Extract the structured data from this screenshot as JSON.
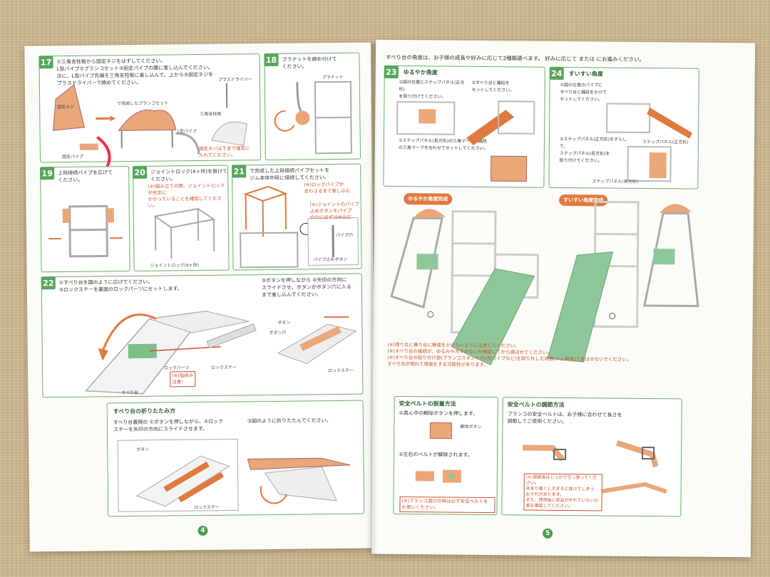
{
  "page_left": {
    "page_number": "4",
    "step17": {
      "num": "17",
      "text": "①三角支柱板から固定ネジをはずしてください。\n L型パイプ②ブランコセット③固定パイプの膜に差し込んでください。\n 次に、L型パイプ先端を三角支柱板に差し込んで、上から⑤固定ネジを\n プラスドライバーで締めてください。",
      "label_screw": "固定ネジ",
      "label_driver": "プラスドライバー",
      "label_set": "で完成したブランコセット",
      "label_lpipe": "L型パイプ",
      "label_fixpipe": "固定パイプ",
      "label_tri": "三角支柱板",
      "note": "固定ネジは下まで確実に\n入れてください。"
    },
    "step18": {
      "num": "18",
      "text": "ブラナットを締め付けて\nください。",
      "label": "ブラナット"
    },
    "step19": {
      "num": "19",
      "text": "上段接続パイプを広げて\nください。"
    },
    "step20": {
      "num": "20",
      "text": "ジョイントロック(4ヶ所)を掛けて\nください。",
      "note": "(※)組み立ての際、ジョイントロックが完全に\nかかっていることを確認してください。",
      "label": "ジョイントロック(4ヶ所)"
    },
    "step21": {
      "num": "21",
      "text": "で完成した上段接続パイプセットを\nジム本体中段に接続してください。",
      "note1": "(※)ロックパイプが\n合わさるまで差し込む",
      "note2": "(※)ジョイントのパイプ\n止めボタンをパイプ\nの穴に必ずはめ込む",
      "label_hole": "パイプ穴",
      "label_btn": "パイプ止めボタン"
    },
    "step22": {
      "num": "22",
      "text": "①すべり台を図のように広げてください。\n②ロックステーを裏面のロックパーツにセットします。",
      "text3": "③ボタンを押しながら ④矢印の方向に\nスライドさせ、ボタンがボタン穴に入る\nまで差し込んでください。",
      "label_lock": "ロックパーツ",
      "label_stay": "ロックステー",
      "label_slide": "すべり台",
      "label_button": "ボタン",
      "label_hole": "ボタン穴",
      "warn": "(※)指挟み\n注意!"
    },
    "fold": {
      "title": "すべり台の折りたたみ方",
      "text1": "すべり台裏側の ①ボタンを押しながら、②ロック\nステーを矢印の方向にスライドさせます。",
      "text2": "③図のように折りたたんでください。",
      "label_button": "ボタン",
      "label_stay": "ロックステー"
    }
  },
  "page_right": {
    "page_number": "5",
    "intro": "すべり台の角度は、お子様の成長や好みに応じて2種類選べます。 好みに応じて  または  にお進みください。",
    "step23": {
      "num": "23",
      "title": "ゆるやか角度",
      "text1": "①図の位置にステップパネル(正方形)\nを取り付けてください。",
      "text2": "②すべり台と踊段を\nセットしてください。",
      "text3": "③ステップパネル(長方形)の三角マークと踊段\nの三角マークを合わせてセットしてください。",
      "badge": "ゆるやか角度完成"
    },
    "step24": {
      "num": "24",
      "title": "すいすい角度",
      "text1": "①図の位置のパイプに\nすべり台と踊段をかけて\nセットしてください。",
      "text2": "②ステップパネル(正方形)をずらして、\nステップパネル(長方形)を\n取り付けてください。",
      "label1": "ステップパネル(正方形)",
      "label2": "ステップパネル(長方形)",
      "badge": "すいすい角度完成"
    },
    "cautions": "(※)滑り台に乗り台に無理をかけないように注意してください。\n(※)すべり台の接続が、ゆるみやガタがないか確認してから遊ばせてください。\n(※)すべり台の取り付け部(ブランコスタンドやL型パイプなど)を取り外した状態(ジム単体)で遊ばせないでください。\n   すべり台が倒れて怪我をする可能性があります。",
    "belt_release": {
      "title": "安全ベルトの脱着方法",
      "text1": "①真ん中の解除ボタンを押します。",
      "label": "解除ボタン",
      "text2": "②左右のベルトが解除されます。",
      "note": "(※)ブランコ遊びの時は必ず安全ベルトを\nお使いください。"
    },
    "belt_adjust": {
      "title": "安全ベルトの調節方法",
      "text": "ブランコの安全ベルトは、お子様に合わせて長さを\n調節してご使用ください。",
      "note": "(※)調節後はしっかり引っ張ってください。\nあまり緩くしすぎると抜けてしまう\nおそれがあります。\nまた、使用後に部品が外れていないか\n事を確認してください。"
    }
  },
  "colors": {
    "green": "#6ab06a",
    "orange": "#e07a40",
    "slide": "#8fc79a",
    "frame": "#e3ece2",
    "marker": "#e8344a"
  }
}
